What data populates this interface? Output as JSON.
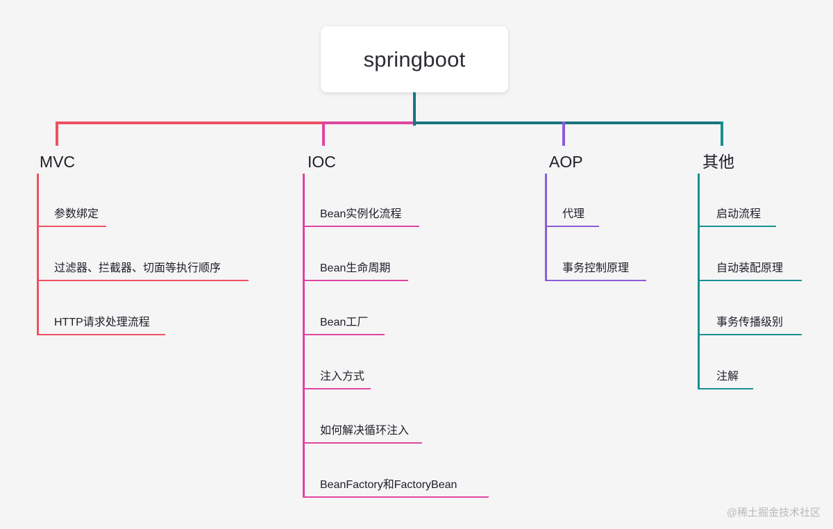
{
  "diagram": {
    "type": "mindmap",
    "title": "springboot",
    "background_color": "#f5f5f6",
    "root": {
      "label": "springboot",
      "stem_color": "#18757f"
    },
    "trunk_segments": [
      {
        "name": "mvc-to-ioc",
        "color": "#ef5160"
      },
      {
        "name": "ioc-to-center",
        "color": "#e0459f"
      },
      {
        "name": "center-to-other",
        "color": "#18757f"
      }
    ],
    "branches": [
      {
        "key": "mvc",
        "label": "MVC",
        "color": "#ef5160",
        "leaves": [
          {
            "label": "参数绑定",
            "underline_width": 100
          },
          {
            "label": "过滤器、拦截器、切面等执行顺序",
            "underline_width": 305
          },
          {
            "label": "HTTP请求处理流程",
            "underline_width": 185
          }
        ]
      },
      {
        "key": "ioc",
        "label": "IOC",
        "color": "#e0459f",
        "leaves": [
          {
            "label": "Bean实例化流程",
            "underline_width": 168
          },
          {
            "label": "Bean生命周期",
            "underline_width": 152
          },
          {
            "label": "Bean工厂",
            "underline_width": 118
          },
          {
            "label": "注入方式",
            "underline_width": 98
          },
          {
            "label": "如何解决循环注入",
            "underline_width": 172
          },
          {
            "label": "BeanFactory和FactoryBean",
            "underline_width": 268
          }
        ]
      },
      {
        "key": "aop",
        "label": "AOP",
        "color": "#8b5cd6",
        "leaves": [
          {
            "label": "代理",
            "underline_width": 78
          },
          {
            "label": "事务控制原理",
            "underline_width": 146
          }
        ]
      },
      {
        "key": "other",
        "label": "其他",
        "color": "#18908f",
        "leaves": [
          {
            "label": "启动流程",
            "underline_width": 113
          },
          {
            "label": "自动装配原理",
            "underline_width": 150
          },
          {
            "label": "事务传播级别",
            "underline_width": 150
          },
          {
            "label": "注解",
            "underline_width": 80
          }
        ]
      }
    ],
    "watermark": "@稀土掘金技术社区"
  }
}
